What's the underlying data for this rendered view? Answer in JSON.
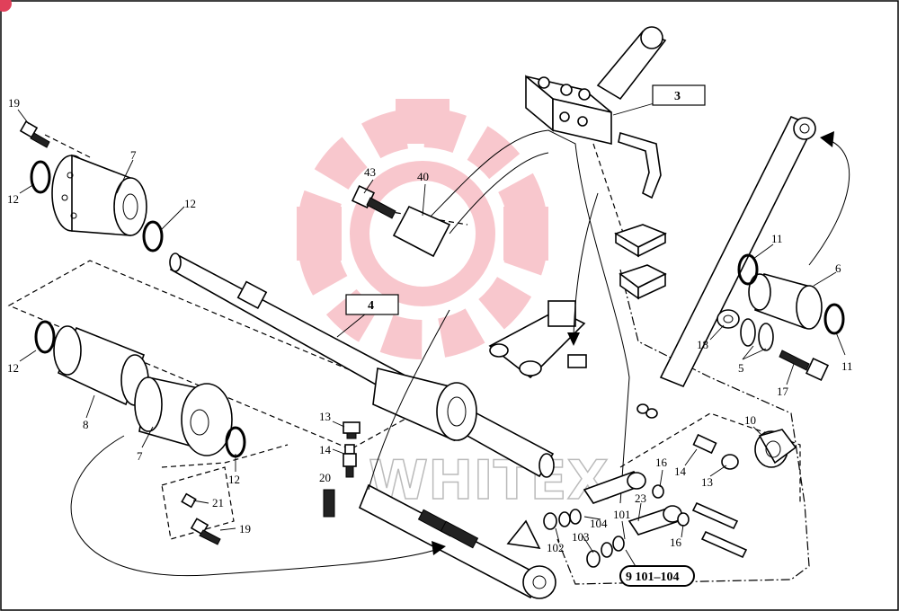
{
  "labels": [
    {
      "id": "l19a",
      "text": "19"
    },
    {
      "id": "l12a",
      "text": "12"
    },
    {
      "id": "l7a",
      "text": "7"
    },
    {
      "id": "l12b",
      "text": "12"
    },
    {
      "id": "l43",
      "text": "43"
    },
    {
      "id": "l40",
      "text": "40"
    },
    {
      "id": "l12c",
      "text": "12"
    },
    {
      "id": "l8",
      "text": "8"
    },
    {
      "id": "l7b",
      "text": "7"
    },
    {
      "id": "l12d",
      "text": "12"
    },
    {
      "id": "l21",
      "text": "21"
    },
    {
      "id": "l19b",
      "text": "19"
    },
    {
      "id": "l13a",
      "text": "13"
    },
    {
      "id": "l14a",
      "text": "14"
    },
    {
      "id": "l20",
      "text": "20"
    },
    {
      "id": "l11a",
      "text": "11"
    },
    {
      "id": "l6",
      "text": "6"
    },
    {
      "id": "l11b",
      "text": "11"
    },
    {
      "id": "l18",
      "text": "18"
    },
    {
      "id": "l5",
      "text": "5"
    },
    {
      "id": "l17",
      "text": "17"
    },
    {
      "id": "l10",
      "text": "10"
    },
    {
      "id": "l16a",
      "text": "16"
    },
    {
      "id": "l14b",
      "text": "14"
    },
    {
      "id": "l13b",
      "text": "13"
    },
    {
      "id": "l23",
      "text": "23"
    },
    {
      "id": "l104",
      "text": "104"
    },
    {
      "id": "l101",
      "text": "101"
    },
    {
      "id": "l103",
      "text": "103"
    },
    {
      "id": "l102",
      "text": "102"
    },
    {
      "id": "l16b",
      "text": "16"
    }
  ],
  "boxed_labels": {
    "b3": "3",
    "b4": "4",
    "b9": "9  101–104"
  },
  "watermark": "WHITEX"
}
